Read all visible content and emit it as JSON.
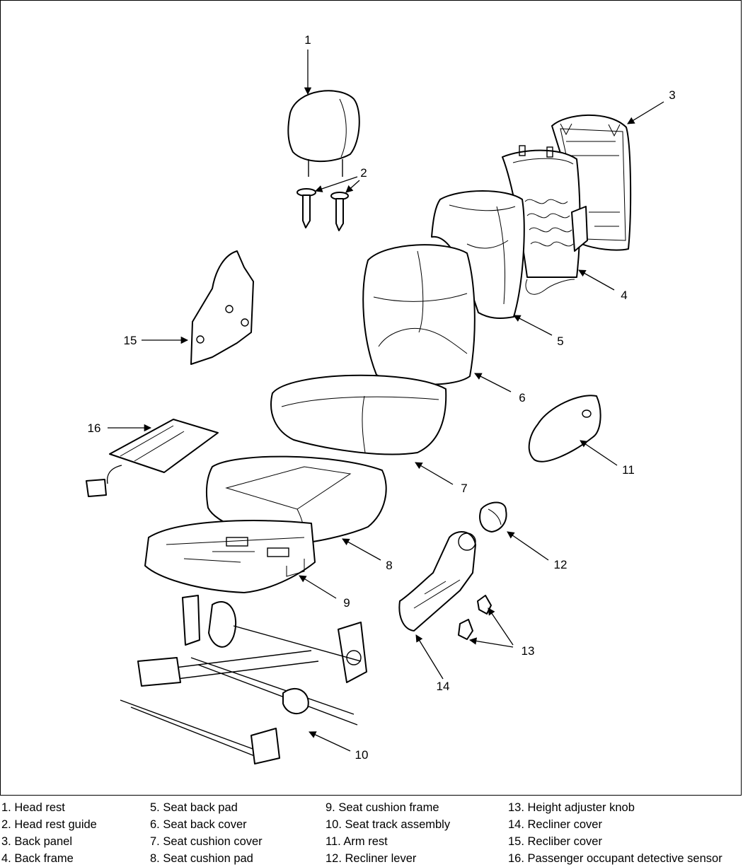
{
  "callouts": [
    "1",
    "2",
    "3",
    "4",
    "5",
    "6",
    "7",
    "8",
    "9",
    "10",
    "11",
    "12",
    "13",
    "14",
    "15",
    "16"
  ],
  "legend": {
    "columns": [
      [
        "1. Head rest",
        "2. Head rest guide",
        "3. Back panel",
        "4. Back frame"
      ],
      [
        "5. Seat back pad",
        "6. Seat back cover",
        "7. Seat cushion cover",
        "8. Seat cushion pad"
      ],
      [
        "9. Seat cushion frame",
        "10. Seat track assembly",
        "11. Arm rest",
        "12. Recliner lever"
      ],
      [
        "13. Height adjuster knob",
        "14. Recliner cover",
        "15. Recliber cover",
        "16. Passenger occupant detective sensor"
      ]
    ]
  }
}
